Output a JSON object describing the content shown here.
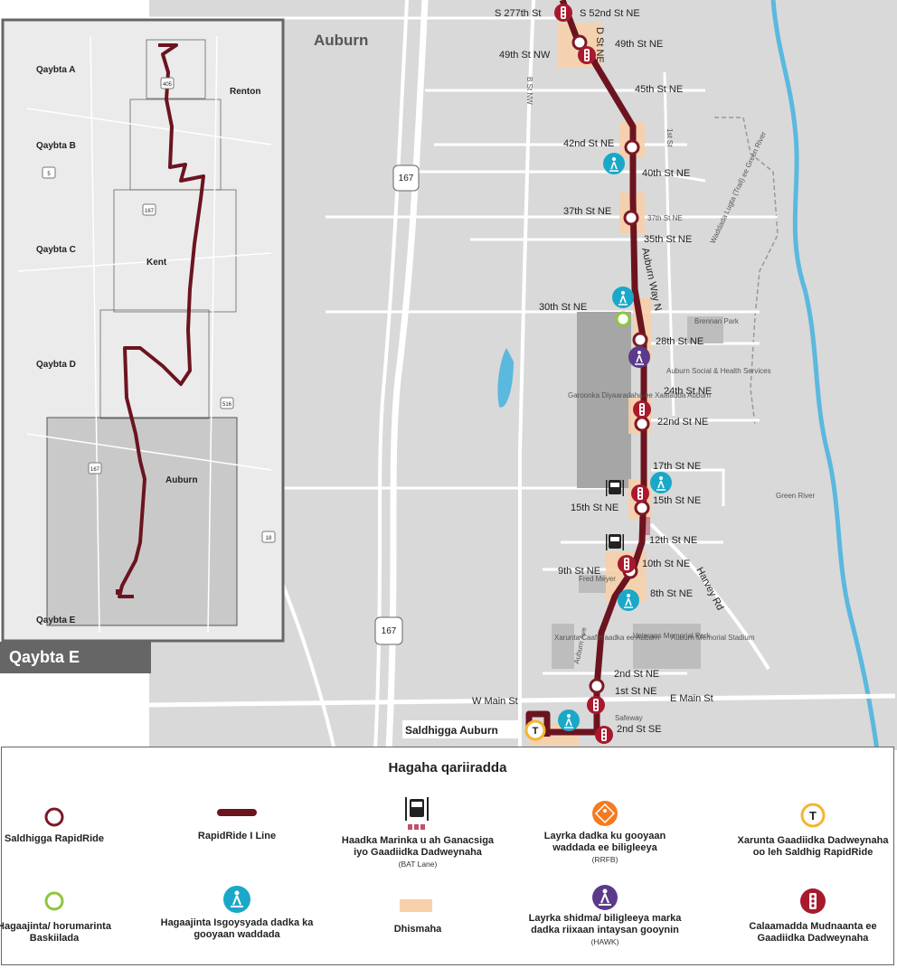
{
  "map": {
    "city_label": "Auburn",
    "inset": {
      "segments": [
        "Qaybta A",
        "Qaybta B",
        "Qaybta C",
        "Qaybta D",
        "Qaybta E"
      ],
      "places": [
        "Renton",
        "Kent",
        "Auburn"
      ],
      "highway_shields": [
        "405",
        "5",
        "167",
        "167",
        "516",
        "18"
      ],
      "section_tab": "Qaybta E"
    },
    "highway_shields": [
      "167",
      "167"
    ],
    "streets": {
      "s277": "S 277th St",
      "s52": "S 52nd St NE",
      "d_st": "D St NE",
      "n49": "49th St NE",
      "n49nw": "49th St NW",
      "bstnw": "B St NW",
      "n45": "45th St NE",
      "n42": "42nd St NE",
      "first_st": "1st St",
      "n40": "40th St NE",
      "n37": "37th St NE",
      "n37b": "37th St NE",
      "n35": "35th St NE",
      "auburn_way": "Auburn Way N",
      "n30": "30th St NE",
      "n28": "28th St NE",
      "n24": "24th St NE",
      "n22": "22nd St NE",
      "n17": "17th St NE",
      "n15a": "15th St NE",
      "n15b": "15th St NE",
      "n12": "12th St NE",
      "n10": "10th St NE",
      "n9": "9th St NE",
      "n8": "8th St NE",
      "harvey": "Harvey Rd",
      "n2": "2nd St NE",
      "n1": "1st St NE",
      "wmain": "W Main St",
      "emain": "E Main St",
      "se2": "2nd St SE",
      "auburn_ave": "Auburn Ave",
      "trail": "Waddada Lugta (Trail) ee Green River",
      "green_river": "Green River"
    },
    "places": {
      "brennan": "Brennan Park",
      "dshs": "Auburn Social & Health Services",
      "hospital": "Garoonka Diyaaradaha ee Xaafadda Auburn",
      "fred_meyer": "Fred Meyer",
      "veterans": "Veterans Memorial Park",
      "stadium": "Auburn Memorial Stadium",
      "medical": "Xarunta Caafimaadka ee Auburn",
      "safeway": "Safeway",
      "station_callout": "Saldhigga Auburn"
    }
  },
  "legend": {
    "title": "Hagaha qariiradda",
    "items": {
      "station": {
        "label": "Saldhigga RapidRide",
        "sub": ""
      },
      "line": {
        "label": "RapidRide I Line",
        "sub": ""
      },
      "bat": {
        "label": "Haadka Marinka u ah Ganacsiga iyo Gaadiidka Dadweynaha",
        "sub": "(BAT Lane)"
      },
      "rrfb": {
        "label": "Layrka dadka ku gooyaan waddada ee biligleeya",
        "sub": "(RRFB)"
      },
      "transit_center": {
        "label": "Xarunta Gaadiidka Dadweynaha oo leh Saldhig RapidRide",
        "sub": ""
      },
      "bike": {
        "label": "Hagaajinta/ horumarinta Baskiilada",
        "sub": ""
      },
      "ped": {
        "label": "Hagaajinta Isgoysyada dadka ka gooyaan waddada",
        "sub": ""
      },
      "upgrade": {
        "label": "Dhismaha",
        "sub": ""
      },
      "hawk": {
        "label": "Layrka shidma/ biligleeya marka dadka riixaan intaysan gooynin",
        "sub": "(HAWK)"
      },
      "signal": {
        "label": "Calaamadda Mudnaanta ee Gaadiidka Dadweynaha",
        "sub": ""
      }
    },
    "bus_icon_text": "T"
  },
  "colors": {
    "route": "#6b1420",
    "station_ring": "#7a1a26",
    "ped": "#1aa8c9",
    "bike": "#8dc63f",
    "hawk": "#5b3a8c",
    "rrfb": "#f47b20",
    "signal": "#a8192e",
    "upgrade": "#f7d0aa",
    "transit_center": "#f2b632"
  }
}
